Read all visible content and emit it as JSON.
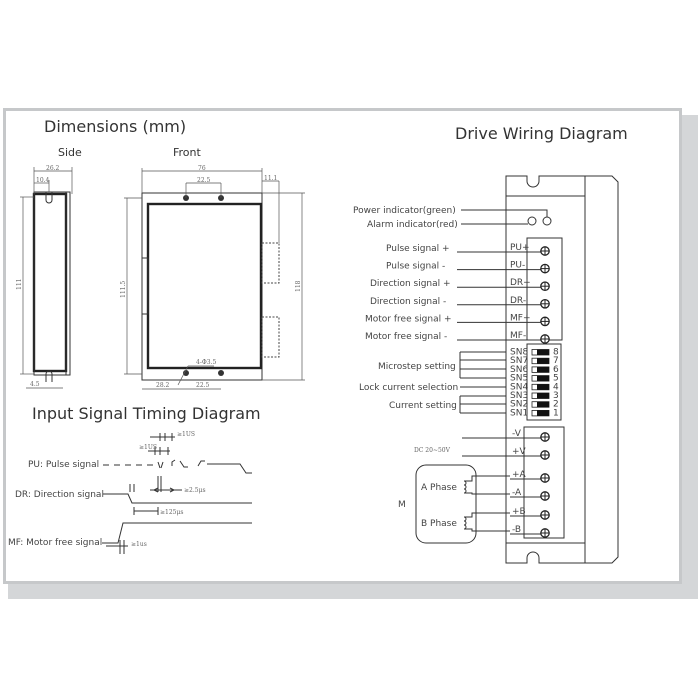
{
  "dimensions": {
    "title": "Dimensions (mm)",
    "side_label": "Side",
    "front_label": "Front",
    "side_dims": {
      "width": "26.2",
      "slot_offset": "10.4",
      "height": "111",
      "bottom_offset": "4.5"
    },
    "front_dims": {
      "width": "76",
      "hole_spacing_top": "22.5",
      "side_tab": "11.1",
      "inner_height": "111.5",
      "outer_height": "118",
      "hole_spec": "4-Φ3.5",
      "bottom_left": "28.2",
      "hole_spacing_bottom": "22.5"
    }
  },
  "timing": {
    "title": "Input Signal Timing Diagram",
    "signals": [
      {
        "label": "PU: Pulse signal"
      },
      {
        "label": "DR: Direction signal"
      },
      {
        "label": "MF: Motor free signal"
      }
    ],
    "annotations": {
      "pu_high": "≥1US",
      "pu_low": "≥1US",
      "dr_setup": "≥2.5μs",
      "dr_hold": "≥125μs",
      "mf_time": "≥1us"
    }
  },
  "wiring": {
    "title": "Drive Wiring Diagram",
    "indicators": [
      {
        "label": "Power indicator(green)",
        "color": "#2e9e44"
      },
      {
        "label": "Alarm indicator(red)",
        "color": "#d12b2b"
      }
    ],
    "signal_terminals": [
      {
        "label": "Pulse signal +",
        "terminal": "PU+"
      },
      {
        "label": "Pulse signal -",
        "terminal": "PU-"
      },
      {
        "label": "Direction signal +",
        "terminal": "DR+"
      },
      {
        "label": "Direction signal -",
        "terminal": "DR-"
      },
      {
        "label": "Motor free signal +",
        "terminal": "MF+"
      },
      {
        "label": "Motor free signal -",
        "terminal": "MF-"
      }
    ],
    "dip_groups": [
      {
        "label": "Microstep setting"
      },
      {
        "label": "Lock current selection"
      },
      {
        "label": "Current setting"
      }
    ],
    "dip_switches": [
      {
        "name": "SN8",
        "num": "8",
        "on": false
      },
      {
        "name": "SN7",
        "num": "7",
        "on": false
      },
      {
        "name": "SN6",
        "num": "6",
        "on": false
      },
      {
        "name": "SN5",
        "num": "5",
        "on": false
      },
      {
        "name": "SN4",
        "num": "4",
        "on": false
      },
      {
        "name": "SN3",
        "num": "3",
        "on": false
      },
      {
        "name": "SN2",
        "num": "2",
        "on": false
      },
      {
        "name": "SN1",
        "num": "1",
        "on": false
      }
    ],
    "power_terminals": [
      {
        "terminal": "-V"
      },
      {
        "terminal": "+V"
      },
      {
        "terminal": "+A"
      },
      {
        "terminal": "-A"
      },
      {
        "terminal": "+B"
      },
      {
        "terminal": "-B"
      }
    ],
    "supply_label": "DC 20~50V",
    "motor_label": "M",
    "phase_a_label": "A Phase",
    "phase_b_label": "B Phase"
  }
}
